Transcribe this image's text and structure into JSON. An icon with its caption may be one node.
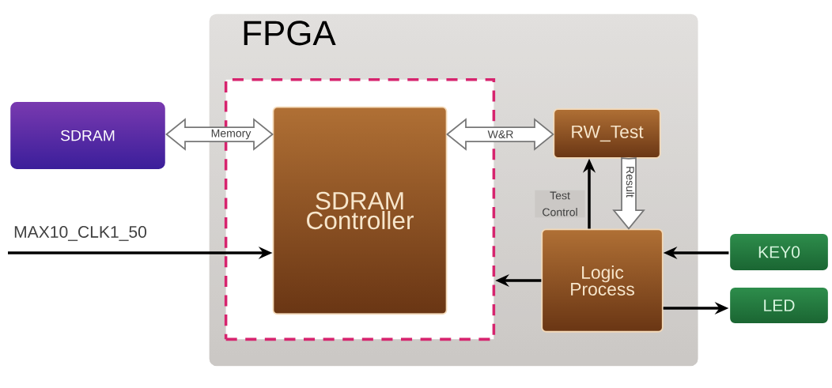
{
  "diagram": {
    "nodes": [
      {
        "text": [
          "FPGA"
        ]
      },
      {
        "text": [],
        "shape": "box",
        "in": 0
      },
      {
        "text": [
          "SDRAM"
        ]
      },
      {
        "text": [
          "SDRAM Controller"
        ],
        "in": 1
      },
      {
        "text": [
          "RW_Test"
        ],
        "in": 0
      },
      {
        "text": [
          "Logic Process"
        ],
        "in": 0
      },
      {
        "text": [
          "KEY0"
        ]
      },
      {
        "text": [
          "LED"
        ]
      }
    ],
    "edges": [
      {
        "from": 2,
        "to": 3,
        "arrow": "both",
        "style": "thick",
        "label": "Memory"
      },
      {
        "from": 3,
        "to": 4,
        "arrow": "both",
        "style": "thick",
        "label": "W&R"
      },
      {
        "from": 5,
        "to": 4,
        "arrow": "to",
        "label": "Test Control"
      },
      {
        "from": 4,
        "to": 5,
        "arrow": "to",
        "style": "thick",
        "label": "Result"
      },
      {
        "from": null,
        "to": 3,
        "arrow": "to",
        "label": "MAX10_CLK1_50"
      },
      {
        "from": 6,
        "to": 5,
        "arrow": "to"
      },
      {
        "from": 5,
        "to": 1,
        "arrow": "to"
      },
      {
        "from": 5,
        "to": 7,
        "arrow": "to"
      }
    ]
  }
}
